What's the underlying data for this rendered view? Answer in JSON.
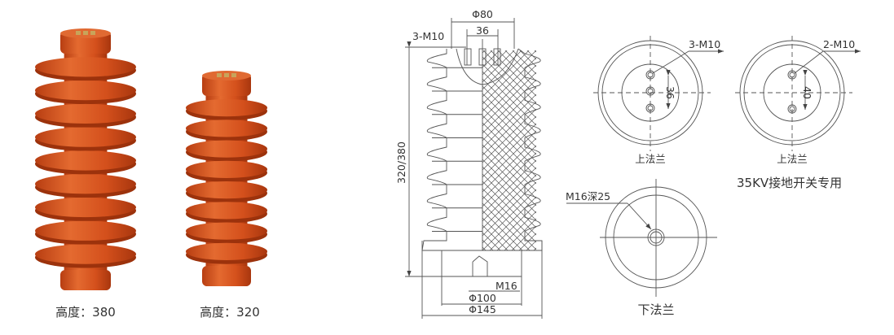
{
  "products": [
    {
      "label": "高度：380",
      "height_mm": 380,
      "color": "#d4501c"
    },
    {
      "label": "高度：320",
      "height_mm": 320,
      "color": "#d4501c"
    }
  ],
  "section_drawing": {
    "top_diameter": "Φ80",
    "hole_spacing": "36",
    "top_thread": "3-M10",
    "height": "320/380",
    "bottom_thread": "M16",
    "inner_diameter": "Φ100",
    "outer_diameter": "Φ145"
  },
  "flange_views": [
    {
      "thread": "3-M10",
      "spacing": "36",
      "caption": "上法兰"
    },
    {
      "thread": "2-M10",
      "spacing": "40",
      "caption": "上法兰",
      "note": "35KV接地开关专用"
    },
    {
      "thread": "M16深25",
      "caption": "下法兰"
    }
  ]
}
